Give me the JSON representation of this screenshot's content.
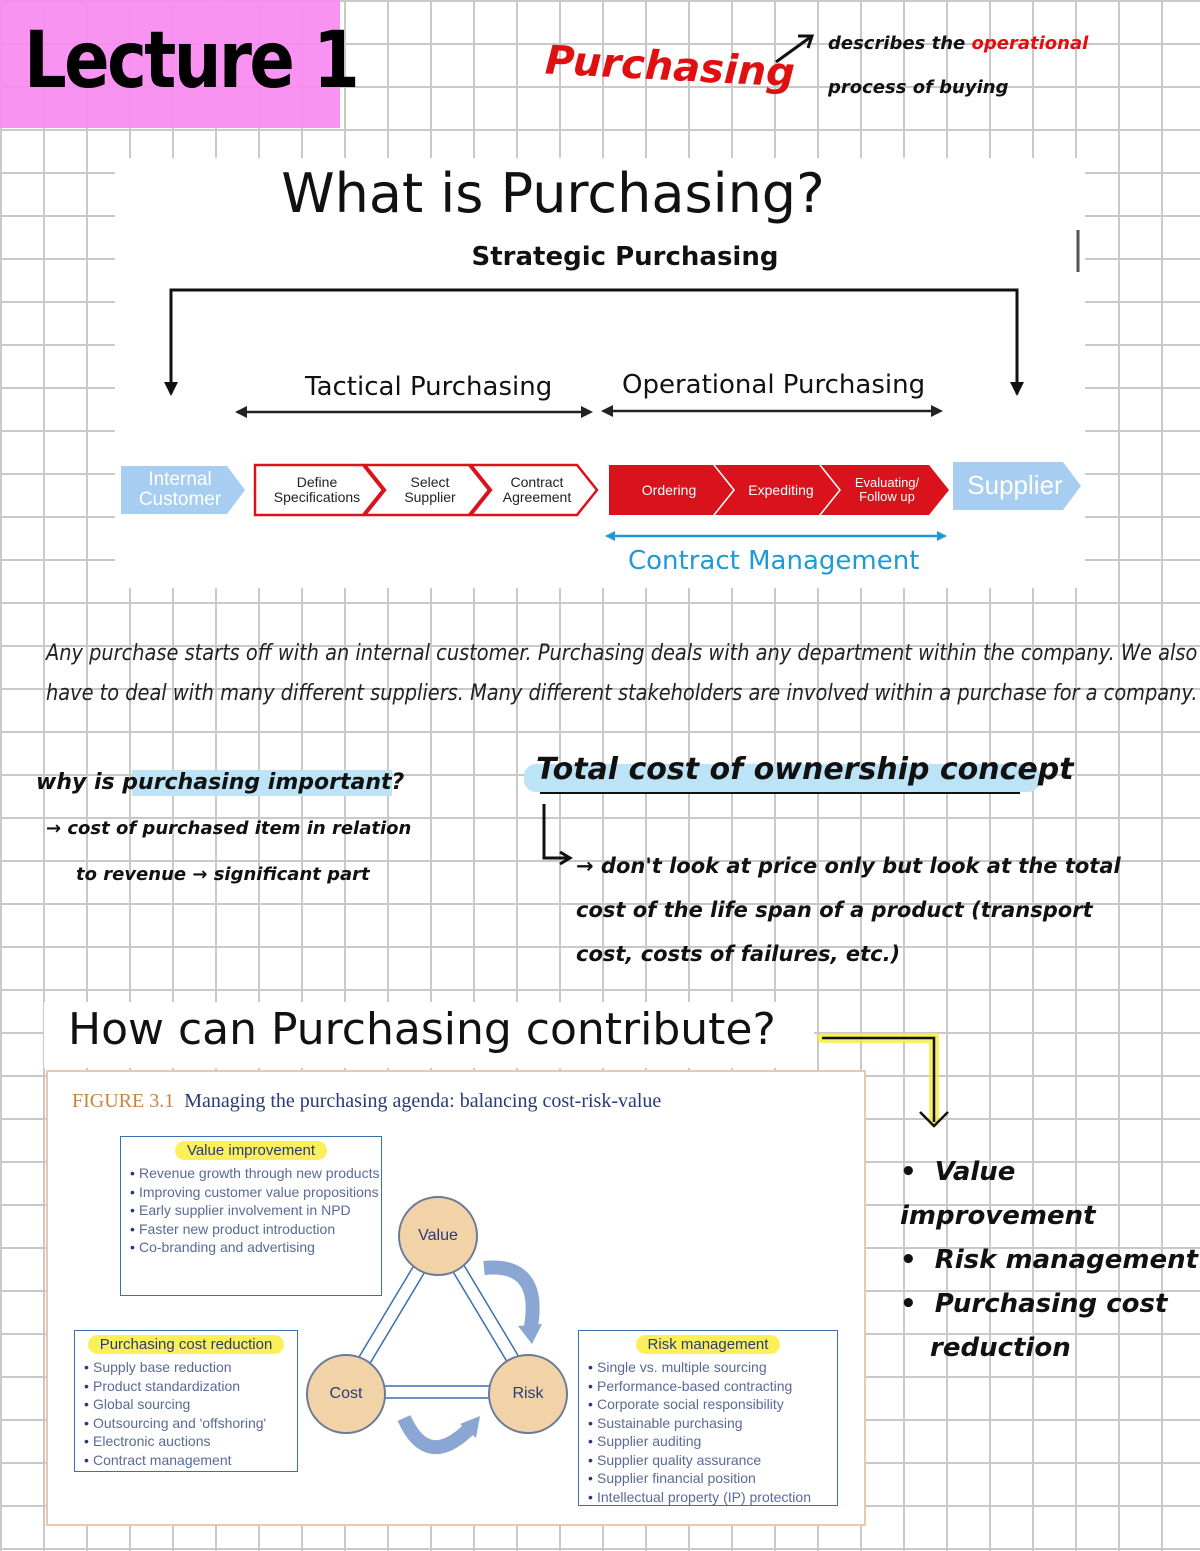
{
  "header": {
    "lecture_title": "Lecture 1",
    "purchasing_note": "Purchasing",
    "describes_note_a": "describes the ",
    "describes_note_red": "operational",
    "describes_note_b": "process of buying"
  },
  "slide1": {
    "title": "What is Purchasing?",
    "subtitle": "Strategic Purchasing",
    "tactical": "Tactical Purchasing",
    "operational": "Operational Purchasing",
    "contract_management": "Contract Management",
    "internal_customer": "Internal Customer",
    "supplier": "Supplier",
    "tactical_steps": [
      "Define Specifications",
      "Select Supplier",
      "Contract Agreement"
    ],
    "operational_steps": [
      "Ordering",
      "Expediting",
      "Evaluating/ Follow up"
    ]
  },
  "paragraph": [
    "Any purchase starts off with an internal customer. Purchasing deals with any department within the company. We also",
    "have to deal with many different suppliers. Many different stakeholders are involved within a purchase for a company."
  ],
  "why": {
    "question_a": "why is ",
    "question_b": "purchasing important?",
    "line1": "→ cost of purchased item in relation",
    "line2": "to revenue → significant part"
  },
  "tco": {
    "title": "Total cost of ownership concept",
    "line1": "→ don't look at price only but look at the total",
    "line2": "cost of the life span of a product (transport",
    "line3": "cost, costs of failures, etc.)"
  },
  "slide2": {
    "title": "How can Purchasing contribute?"
  },
  "figure": {
    "number": "FIGURE 3.1",
    "caption": "Managing the purchasing agenda: balancing cost-risk-value",
    "value_box": {
      "heading": "Value improvement",
      "items": [
        "Revenue growth through new products",
        "Improving customer value propositions",
        "Early supplier involvement in NPD",
        "Faster new product introduction",
        "Co-branding and advertising"
      ]
    },
    "cost_box": {
      "heading": "Purchasing cost reduction",
      "items": [
        "Supply base reduction",
        "Product standardization",
        "Global sourcing",
        "Outsourcing and 'offshoring'",
        "Electronic auctions",
        "Contract management"
      ]
    },
    "risk_box": {
      "heading": "Risk management",
      "items": [
        "Single vs. multiple sourcing",
        "Performance-based contracting",
        "Corporate social responsibility",
        "Sustainable purchasing",
        "Supplier auditing",
        "Supplier quality assurance",
        "Supplier financial position",
        "Intellectual property (IP) protection"
      ]
    },
    "circles": {
      "value": "Value",
      "cost": "Cost",
      "risk": "Risk"
    }
  },
  "bullets": [
    "Value improvement",
    "Risk management",
    "Purchasing cost",
    "reduction"
  ],
  "colors": {
    "red": "#d9121b",
    "light_blue": "#a7cdf0",
    "accent_blue": "#1e9bd7",
    "highlight_pink": "#f98df0",
    "highlight_yellow": "#fbf05a"
  }
}
